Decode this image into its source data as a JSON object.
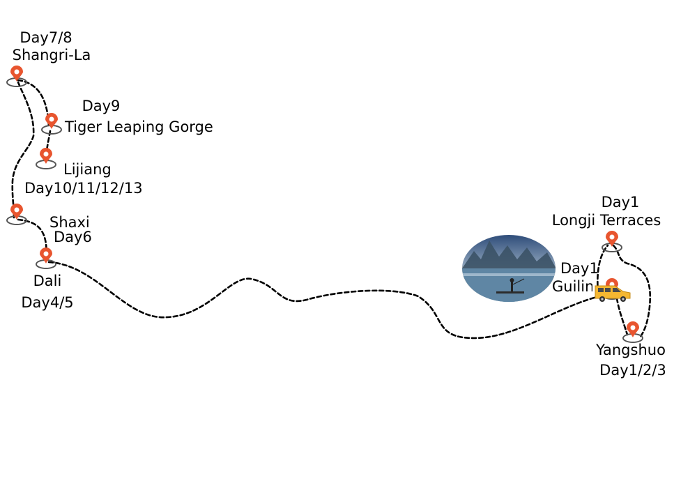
{
  "colors": {
    "route": "#000000",
    "pin": "#e8552f",
    "base_ring": "#555555",
    "van_body": "#f5b731",
    "van_window": "#4a4a4a"
  },
  "icons": {
    "pin": "map-pin-icon",
    "vehicle": "van-icon",
    "scenery": "li-river-photo"
  },
  "stops": [
    {
      "id": "shangrila",
      "day": "Day7/8",
      "place": "Shangri-La"
    },
    {
      "id": "tiger",
      "day": "Day9",
      "place": "Tiger Leaping Gorge"
    },
    {
      "id": "lijiang",
      "day": "Day10/11/12/13",
      "place": "Lijiang"
    },
    {
      "id": "shaxi",
      "day": "Day6",
      "place": "Shaxi"
    },
    {
      "id": "dali",
      "day": "Day4/5",
      "place": "Dali"
    },
    {
      "id": "longji",
      "day": "Day1",
      "place": "Longji Terraces"
    },
    {
      "id": "guilin",
      "day": "Day1",
      "place": "Guilin"
    },
    {
      "id": "yangshuo",
      "day": "Day1/2/3",
      "place": "Yangshuo"
    }
  ]
}
